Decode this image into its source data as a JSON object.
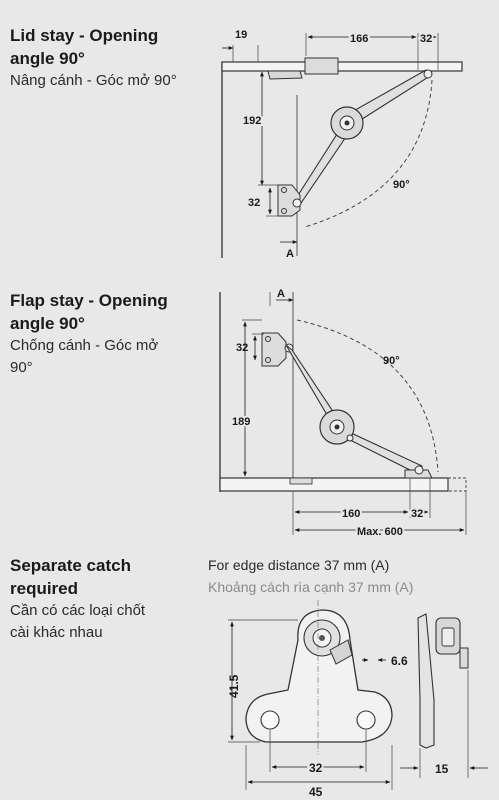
{
  "sections": {
    "lid_stay": {
      "title_line1": "Lid stay - Opening",
      "title_line2": "angle 90°",
      "subtitle": "Nâng cánh - Góc mở 90°",
      "dims": {
        "d19": "19",
        "d166": "166",
        "d32_top": "32",
        "d192": "192",
        "d32_side": "32",
        "angle": "90°",
        "a": "A"
      }
    },
    "flap_stay": {
      "title_line1": "Flap stay - Opening",
      "title_line2": "angle 90°",
      "subtitle_line1": "Chống cánh - Góc mở",
      "subtitle_line2": "90°",
      "dims": {
        "a": "A",
        "d32_side": "32",
        "d189": "189",
        "angle": "90°",
        "d160": "160",
        "d32_bottom": "32",
        "max": "Max. 600"
      }
    },
    "catch": {
      "title_line1": "Separate catch",
      "title_line2": "required",
      "subtitle_line1": "Cần có các loại chốt",
      "subtitle_line2": "cài khác nhau",
      "note_en": "For edge distance 37 mm (A)",
      "note_vi": "Khoảng cách rìa cạnh 37 mm (A)",
      "dims": {
        "d41_5": "41.5",
        "d6_6": "6.6",
        "d32": "32",
        "d45": "45",
        "d15": "15"
      }
    }
  }
}
